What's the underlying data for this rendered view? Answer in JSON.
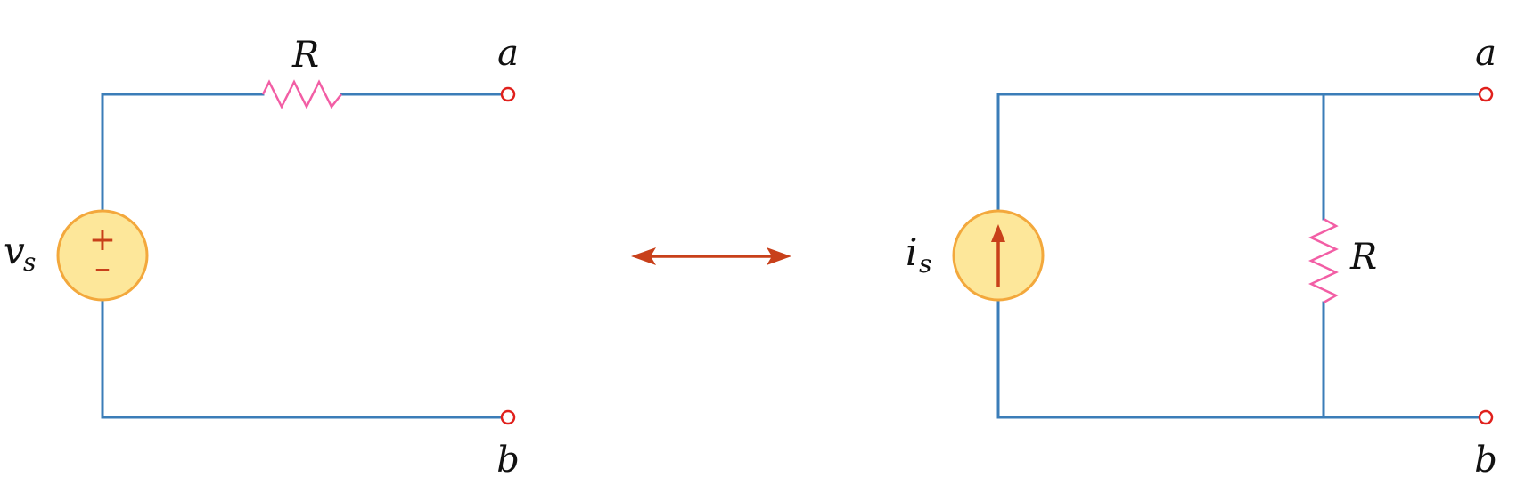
{
  "left_circuit": {
    "resistor_label": "R",
    "terminal_a": "a",
    "terminal_b": "b",
    "source_label_main": "v",
    "source_label_sub": "s",
    "source_plus": "+",
    "source_minus": "–"
  },
  "right_circuit": {
    "resistor_label": "R",
    "terminal_a": "a",
    "terminal_b": "b",
    "source_label_main": "i",
    "source_label_sub": "s"
  },
  "colors": {
    "wire": "#3b7db8",
    "resistor": "#f25ea5",
    "terminal": "#e0201c",
    "source_fill": "#fde79a",
    "source_stroke": "#f3a83c",
    "accent": "#c8401a"
  }
}
